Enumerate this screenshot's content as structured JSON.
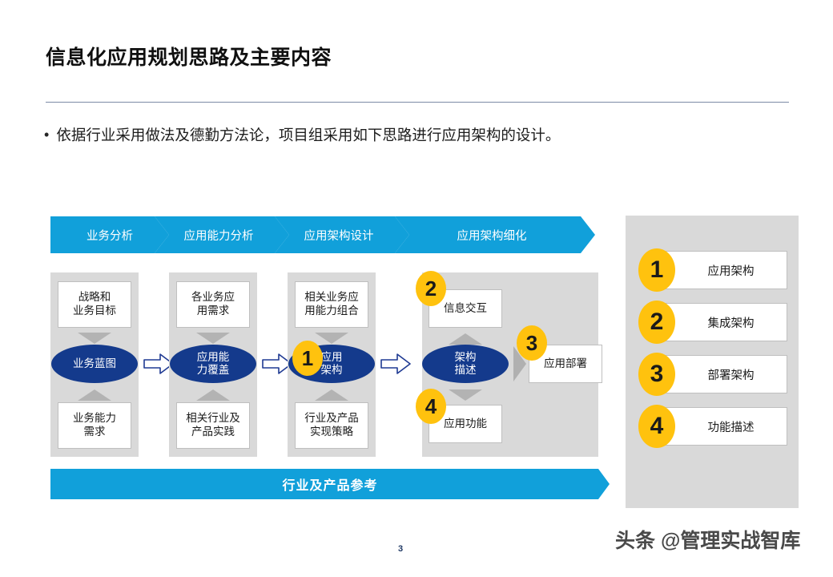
{
  "slide": {
    "title": "信息化应用规划思路及主要内容",
    "subtitle_bullet": "•",
    "subtitle": "依据行业采用做法及德勤方法论，项目组采用如下思路进行应用架构的设计。",
    "page_number": "3",
    "watermark": "头条 @管理实战智库"
  },
  "colors": {
    "chevron_blue": "#11a0da",
    "ellipse_navy": "#143a8c",
    "badge_yellow": "#ffc20e",
    "panel_gray": "#d9d9d9",
    "box_border": "#bfbfbf",
    "divider": "#7c8ba5",
    "page_number_navy": "#1f3864"
  },
  "phase_banner": {
    "steps": [
      {
        "label": "业务分析"
      },
      {
        "label": "应用能力分析"
      },
      {
        "label": "应用架构设计"
      },
      {
        "label": "应用架构细化"
      }
    ]
  },
  "columns": [
    {
      "top_box": "战略和\n业务目标",
      "center": "业务蓝图",
      "bottom_box": "业务能力\n需求"
    },
    {
      "top_box": "各业务应\n用需求",
      "center": "应用能\n力覆盖",
      "bottom_box": "相关行业及\n产品实践"
    },
    {
      "top_box": "相关业务应\n用能力组合",
      "center": "应用\n架构",
      "bottom_box": "行业及产品\n实现策略",
      "badge": "1"
    }
  ],
  "detail_column": {
    "top_box": "信息交互",
    "top_badge": "2",
    "center": "架构\n描述",
    "bottom_box": "应用功能",
    "bottom_badge": "4",
    "side_box": "应用部署",
    "side_badge": "3"
  },
  "bottom_bar": {
    "label": "行业及产品参考"
  },
  "legend": {
    "items": [
      {
        "number": "1",
        "label": "应用架构"
      },
      {
        "number": "2",
        "label": "集成架构"
      },
      {
        "number": "3",
        "label": "部署架构"
      },
      {
        "number": "4",
        "label": "功能描述"
      }
    ]
  }
}
